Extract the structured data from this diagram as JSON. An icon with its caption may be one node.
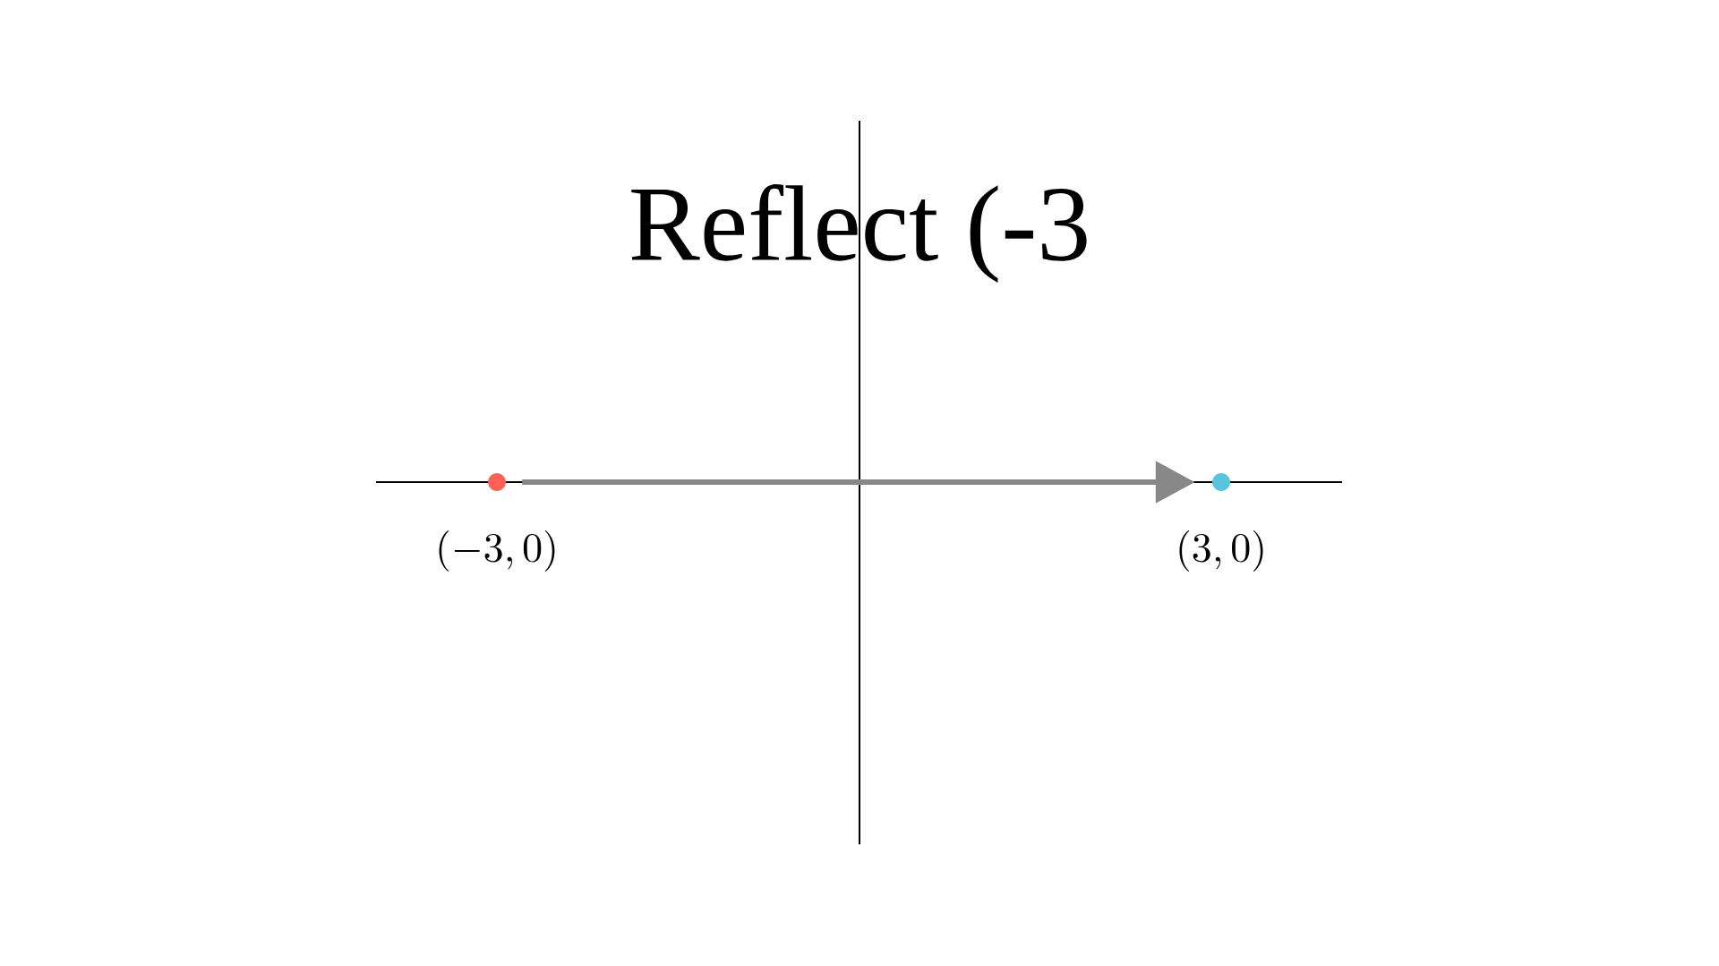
{
  "diagram": {
    "title": "Reflect (-3",
    "nodes": [
      {
        "text": [],
        "shape": "circle"
      },
      {
        "text": [],
        "shape": "circle"
      }
    ],
    "edges": [
      {
        "from": 0,
        "to": 1,
        "arrow": "to",
        "color": "#888888"
      }
    ],
    "labels": [
      "(-3, 0)",
      "(3, 0)"
    ]
  }
}
